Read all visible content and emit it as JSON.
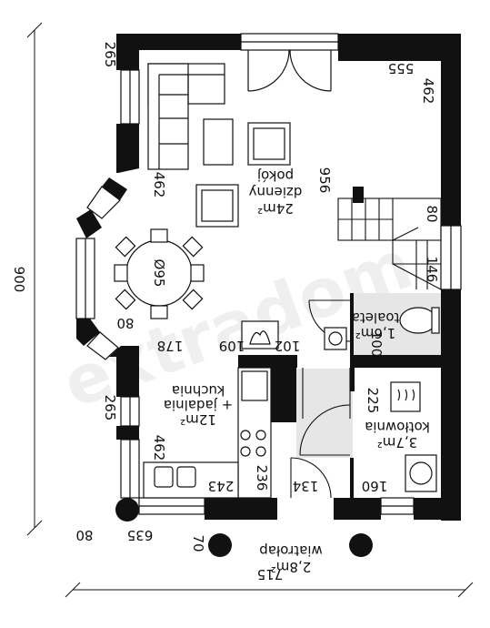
{
  "watermark": "extradom",
  "rooms": {
    "living": [
      "pokój",
      "dzienny",
      "24m²"
    ],
    "kitchen": [
      "kuchnia",
      "+ jadalnia",
      "12m²"
    ],
    "toilet": [
      "toaleta",
      "1,6m²"
    ],
    "boiler": [
      "kotłownia",
      "3,7m²"
    ],
    "vestibule": [
      "wiatrołap",
      "2,8m²"
    ],
    "table": "Ø95"
  },
  "dims": {
    "d900": "900",
    "d715": "715",
    "d555": "555",
    "d462a": "462",
    "d956": "956",
    "d265a": "265",
    "d462b": "462",
    "d80a": "80",
    "d178": "178",
    "d109": "109",
    "d102": "102",
    "d100": "100",
    "d265b": "265",
    "d462c": "462",
    "d243": "243",
    "d236": "236",
    "d134": "134",
    "d160": "160",
    "d225": "225",
    "d635": "635",
    "d80b": "80",
    "d70": "70",
    "d80c": "80",
    "d146": "146"
  }
}
